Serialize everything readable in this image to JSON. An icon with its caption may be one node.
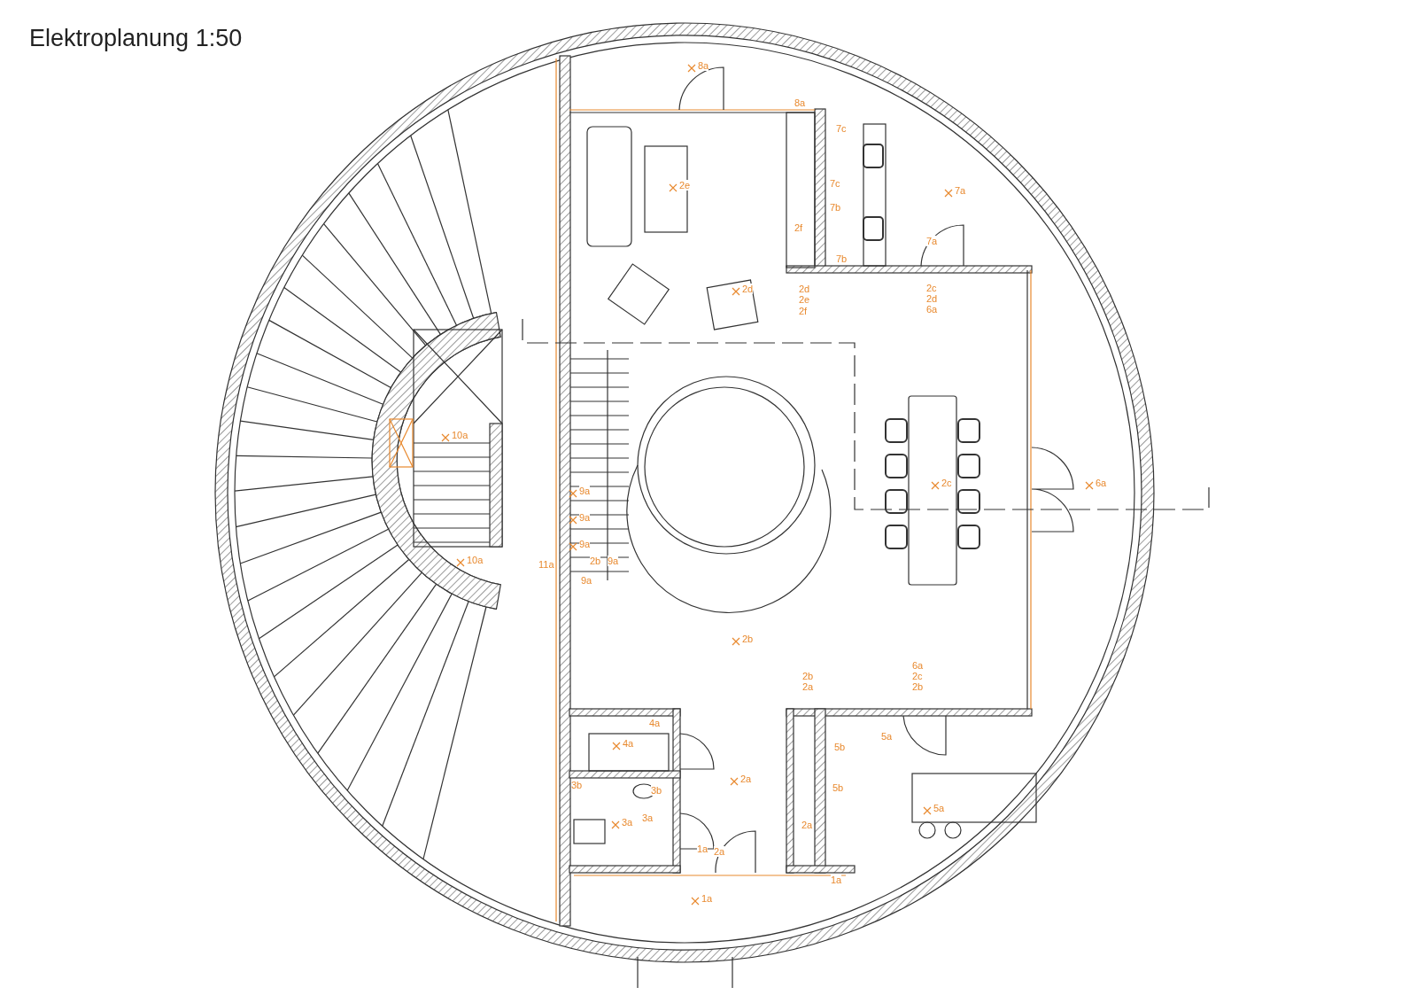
{
  "diagram": {
    "title": "Elektroplanung 1:50",
    "labels": [
      "8a",
      "8a",
      "7c",
      "2e",
      "7c",
      "7a",
      "7b",
      "2f",
      "7a",
      "7b",
      "2d",
      "2d",
      "2c",
      "2e",
      "2d",
      "2f",
      "6a",
      "10a",
      "2c",
      "6a",
      "9a",
      "9a",
      "9a",
      "10a",
      "11a",
      "2b",
      "9a",
      "9a",
      "2b",
      "6a",
      "2b",
      "2c",
      "2a",
      "2b",
      "4a",
      "5a",
      "4a",
      "5b",
      "2a",
      "3b",
      "3b",
      "5b",
      "3a",
      "3a",
      "2a",
      "5a",
      "1a",
      "2a",
      "1a",
      "1a"
    ]
  }
}
